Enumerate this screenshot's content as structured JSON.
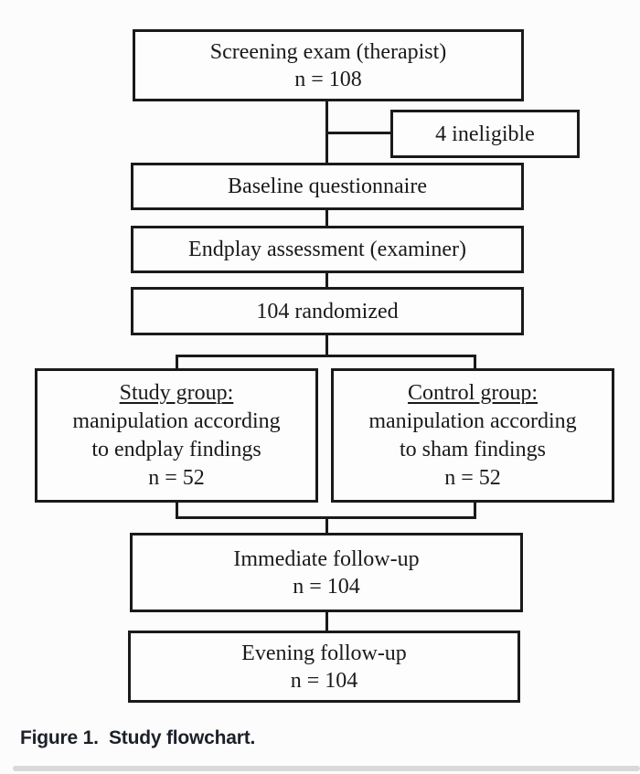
{
  "figure": {
    "caption": "Figure 1.  Study flowchart."
  },
  "flowchart": {
    "nodes": {
      "screening_exam": {
        "lines": [
          "Screening exam (therapist)",
          "n = 108"
        ]
      },
      "ineligible": {
        "lines": [
          "4 ineligible"
        ]
      },
      "baseline_questionnaire": {
        "lines": [
          "Baseline questionnaire"
        ]
      },
      "endplay_assessment": {
        "lines": [
          "Endplay assessment (examiner)"
        ]
      },
      "randomized": {
        "lines": [
          "104 randomized"
        ]
      },
      "study_group": {
        "heading": "Study group:",
        "lines": [
          "manipulation according",
          "to endplay findings",
          "n = 52"
        ]
      },
      "control_group": {
        "heading": "Control group:",
        "lines": [
          "manipulation according",
          "to sham findings",
          "n = 52"
        ]
      },
      "immediate_followup": {
        "lines": [
          "Immediate follow-up",
          "n = 104"
        ]
      },
      "evening_followup": {
        "lines": [
          "Evening follow-up",
          "n = 104"
        ]
      }
    },
    "counts": {
      "screened": 108,
      "ineligible": 4,
      "randomized": 104,
      "study_group_n": 52,
      "control_group_n": 52,
      "immediate_followup_n": 104,
      "evening_followup_n": 104
    },
    "colors": {
      "line": "#1a1a1a",
      "text": "#1a1a1a",
      "caption_text": "#1c2029",
      "rule": "#d9d9d9",
      "background": "#fcfcfc"
    }
  }
}
